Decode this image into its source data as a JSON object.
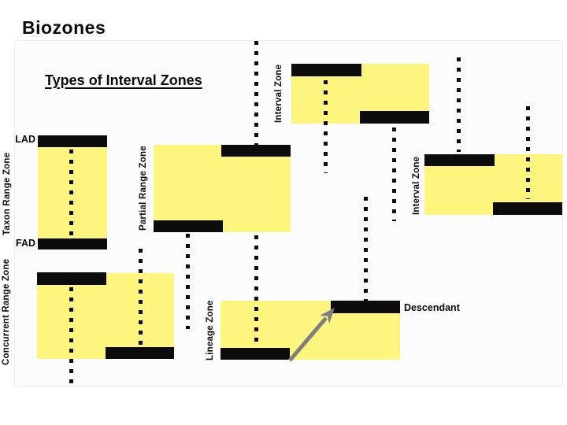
{
  "slide": {
    "title": "Biozones",
    "subtitle": "Types of Interval Zones"
  },
  "zones": {
    "taxon": {
      "label": "Taxon Range Zone",
      "top_annotation": "LAD",
      "bottom_annotation": "FAD"
    },
    "partial": {
      "label": "Partial Range Zone"
    },
    "interval_top": {
      "label": "Interval Zone"
    },
    "interval_right": {
      "label": "Interval Zone"
    },
    "concurrent": {
      "label": "Concurrent Range Zone"
    },
    "lineage": {
      "label": "Lineage Zone",
      "annotation": "Descendant"
    }
  },
  "colors": {
    "range_fill": "#FDF57E",
    "bar_black": "#0C0C0C",
    "arrow_gray": "#7F7F7F"
  }
}
